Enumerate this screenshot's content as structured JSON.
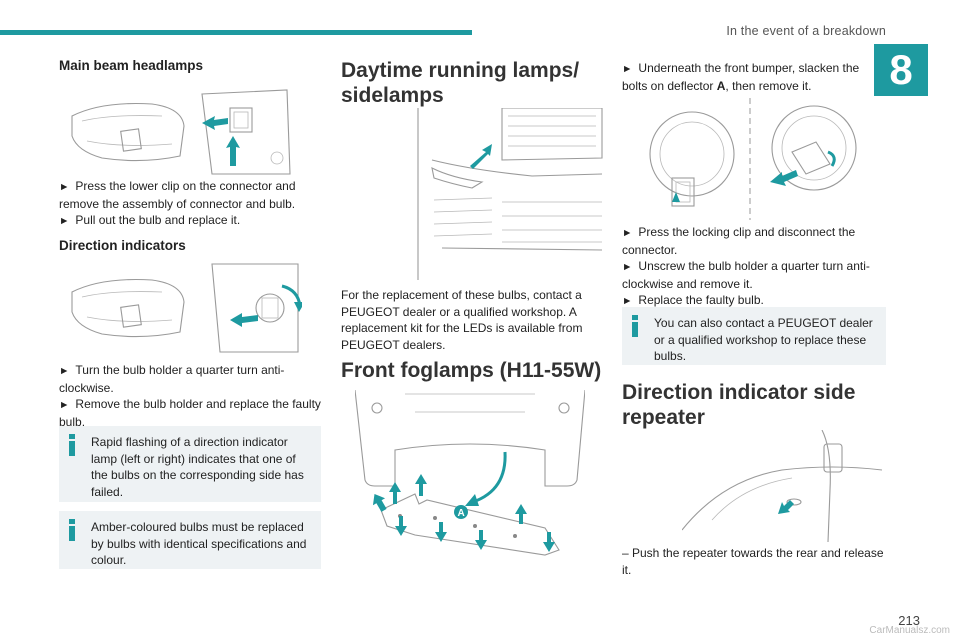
{
  "header": {
    "section_title": "In the event of a breakdown",
    "chapter_number": "8"
  },
  "col1": {
    "main_beam": {
      "title": "Main beam headlamps",
      "steps": [
        "Press the lower clip on the connector and remove the assembly of connector and bulb.",
        "Pull out the bulb and replace it."
      ]
    },
    "direction": {
      "title": "Direction indicators",
      "step1": "Turn the bulb holder a quarter turn anti-clockwise.",
      "step2": "Remove the bulb holder and replace the faulty bulb.",
      "info1": "Rapid flashing of a direction indicator lamp (left or right) indicates that one of the bulbs on the corresponding side has failed.",
      "info2": "Amber-coloured bulbs must be replaced by bulbs with identical specifications and colour."
    }
  },
  "col2": {
    "drl": {
      "title": "Daytime running lamps/ sidelamps",
      "text": "For the replacement of these bulbs, contact a PEUGEOT dealer or a qualified workshop. A replacement kit for the LEDs is available from PEUGEOT dealers."
    },
    "fog": {
      "title": "Front foglamps (H11-55W)",
      "label_a": "A"
    }
  },
  "col3": {
    "step_intro_1": "Underneath the front bumper, slacken the bolts on deflector",
    "step_intro_bold": "A",
    "step_intro_2": ", then remove it.",
    "steps": [
      "Press the locking clip and disconnect the connector.",
      "Unscrew the bulb holder a quarter turn anti-clockwise and remove it.",
      "Replace the faulty bulb."
    ],
    "info": "You can also contact a PEUGEOT dealer or a qualified workshop to replace these bulbs.",
    "repeater": {
      "title": "Direction indicator side repeater",
      "text": "– Push the repeater towards the rear and release it."
    }
  },
  "footer": {
    "page_number": "213",
    "watermark": "CarManualsz.com"
  },
  "colors": {
    "accent": "#1e9aa0",
    "info_bg": "#eef2f4"
  }
}
